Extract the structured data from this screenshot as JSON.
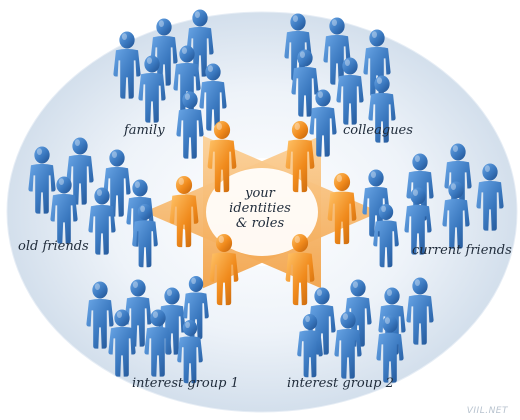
{
  "diagram": {
    "center": {
      "lines": [
        "your",
        "identities",
        "& roles"
      ]
    },
    "groups": [
      {
        "id": "family",
        "label": "family"
      },
      {
        "id": "colleagues",
        "label": "colleagues"
      },
      {
        "id": "old-friends",
        "label": "old friends"
      },
      {
        "id": "current-friends",
        "label": "current friends"
      },
      {
        "id": "interest-group-1",
        "label": "interest group 1"
      },
      {
        "id": "interest-group-2",
        "label": "interest group 2"
      }
    ]
  },
  "watermark": "VIIL.NET",
  "colors": {
    "background_ellipse": "#e2ebf5",
    "people_blue": "#3a78bf",
    "identity_orange": "#f08a1c",
    "star_orange": "#f6b45e",
    "text": "#1f2b3a"
  },
  "icons": {
    "person": "person-icon",
    "identity": "orange-person-icon",
    "star": "six-point-star"
  }
}
